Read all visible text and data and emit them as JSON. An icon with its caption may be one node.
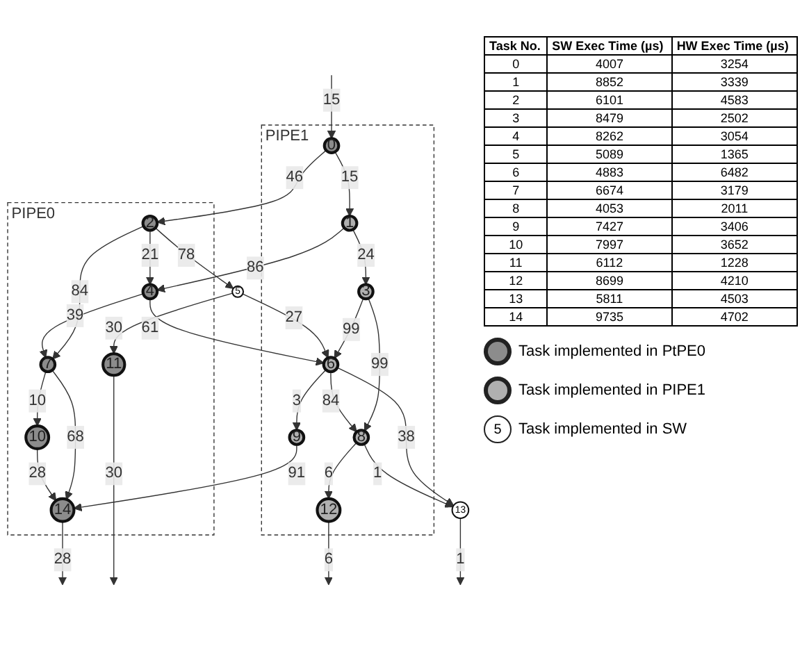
{
  "diagram": {
    "nodes": [
      {
        "text": [
          "PIPE1"
        ]
      },
      {
        "text": [
          "PIPE0"
        ]
      },
      {
        "text": [
          "0"
        ],
        "in": 0
      },
      {
        "text": [
          "1"
        ],
        "in": 0
      },
      {
        "text": [
          "2"
        ],
        "in": 1
      },
      {
        "text": [
          "3"
        ],
        "in": 0
      },
      {
        "text": [
          "4"
        ],
        "in": 1
      },
      {
        "text": [
          "5"
        ]
      },
      {
        "text": [
          "6"
        ],
        "in": 0
      },
      {
        "text": [
          "7"
        ],
        "in": 1
      },
      {
        "text": [
          "8"
        ],
        "in": 0
      },
      {
        "text": [
          "9"
        ],
        "in": 0
      },
      {
        "text": [
          "10"
        ],
        "in": 1
      },
      {
        "text": [
          "11"
        ],
        "in": 1
      },
      {
        "text": [
          "12"
        ],
        "in": 0
      },
      {
        "text": [
          "13"
        ]
      },
      {
        "text": [
          "14"
        ],
        "in": 1
      }
    ],
    "edges": [
      {
        "from": null,
        "to": 2,
        "arrow": "to",
        "label": "15"
      },
      {
        "from": 2,
        "to": 3,
        "arrow": "to",
        "label": "15"
      },
      {
        "from": 2,
        "to": 4,
        "arrow": "to",
        "label": "46"
      },
      {
        "from": 3,
        "to": 5,
        "arrow": "to",
        "label": "24"
      },
      {
        "from": 3,
        "to": 6,
        "arrow": "to",
        "label": "86"
      },
      {
        "from": 4,
        "to": 6,
        "arrow": "to",
        "label": "21"
      },
      {
        "from": 4,
        "to": 9,
        "arrow": "to",
        "label": "84"
      },
      {
        "from": 4,
        "to": 7,
        "arrow": "to",
        "label": "78"
      },
      {
        "from": 5,
        "to": 10,
        "arrow": "to",
        "label": "99"
      },
      {
        "from": 5,
        "to": 8,
        "arrow": "to",
        "label": "99"
      },
      {
        "from": 6,
        "to": 8,
        "arrow": "to",
        "label": "61"
      },
      {
        "from": 6,
        "to": 9,
        "arrow": "to",
        "label": "39"
      },
      {
        "from": 7,
        "to": 8,
        "arrow": "to",
        "label": "27"
      },
      {
        "from": 7,
        "to": 13,
        "arrow": "to",
        "label": "30"
      },
      {
        "from": 8,
        "to": 10,
        "arrow": "to",
        "label": "84"
      },
      {
        "from": 8,
        "to": 11,
        "arrow": "to",
        "label": "3"
      },
      {
        "from": 8,
        "to": 15,
        "arrow": "to",
        "label": "38"
      },
      {
        "from": 9,
        "to": 12,
        "arrow": "to",
        "label": "10"
      },
      {
        "from": 9,
        "to": 16,
        "arrow": "to",
        "label": "68"
      },
      {
        "from": 10,
        "to": 14,
        "arrow": "to",
        "label": "6"
      },
      {
        "from": 10,
        "to": 15,
        "arrow": "to",
        "label": "1"
      },
      {
        "from": 11,
        "to": 16,
        "arrow": "to",
        "label": "91"
      },
      {
        "from": 12,
        "to": 16,
        "arrow": "to",
        "label": "28"
      },
      {
        "from": 14,
        "to": null,
        "arrow": "to",
        "label": "6"
      },
      {
        "from": 15,
        "to": null,
        "arrow": "to",
        "label": "1"
      },
      {
        "from": 16,
        "to": null,
        "arrow": "to",
        "label": "28"
      },
      {
        "from": 13,
        "to": null,
        "arrow": "to",
        "label": "30"
      }
    ],
    "labels": [
      "Task No.",
      "SW Exec Time (µs)",
      "HW Exec Time (µs)",
      "0",
      "4007",
      "3254",
      "1",
      "8852",
      "3339",
      "2",
      "6101",
      "4583",
      "3",
      "8479",
      "2502",
      "4",
      "8262",
      "3054",
      "5",
      "5089",
      "1365",
      "6",
      "4883",
      "6482",
      "7",
      "6674",
      "3179",
      "8",
      "4053",
      "2011",
      "9",
      "7427",
      "3406",
      "10",
      "7997",
      "3652",
      "11",
      "6112",
      "1228",
      "12",
      "8699",
      "4210",
      "13",
      "5811",
      "4503",
      "14",
      "9735",
      "4702",
      "5"
    ],
    "legend": [
      {
        "text": "Task implemented in PtPE0"
      },
      {
        "text": "Task implemented in PIPE1"
      },
      {
        "text": "Task implemented in SW"
      }
    ]
  }
}
